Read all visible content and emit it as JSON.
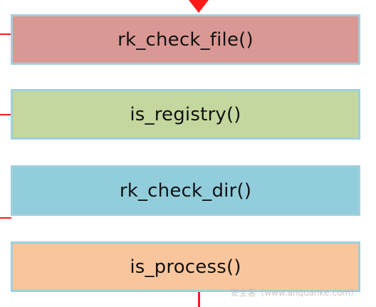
{
  "nodes": [
    {
      "label": "rk_check_file()",
      "fill": "#da9894"
    },
    {
      "label": "is_registry()",
      "fill": "#c4d79f"
    },
    {
      "label": "rk_check_dir()",
      "fill": "#92cddb"
    },
    {
      "label": "is_process()",
      "fill": "#f9c59c"
    }
  ],
  "connector_color": "#ff1a1a",
  "border_color": "#9fd0df",
  "watermark": "安全客（www.anquanke.com）"
}
